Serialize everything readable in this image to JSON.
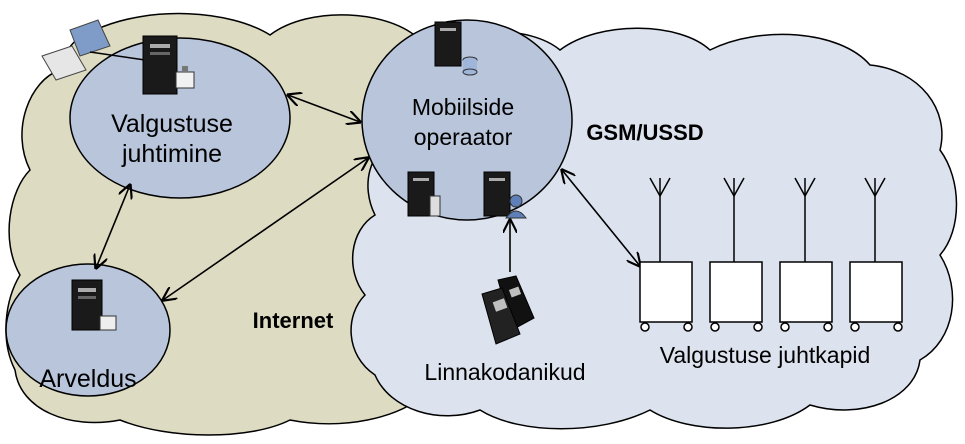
{
  "nodes": {
    "lighting_control": {
      "line1": "Valgustuse",
      "line2": "juhtimine"
    },
    "billing": {
      "label": "Arveldus"
    },
    "mobile_operator": {
      "line1": "Mobiilside",
      "line2": "operaator"
    },
    "citizens": {
      "label": "Linnakodanikud"
    },
    "control_cabinets": {
      "label": "Valgustuse juhtkapid"
    }
  },
  "networks": {
    "internet": "Internet",
    "gsm": "GSM/USSD"
  },
  "colors": {
    "internet_cloud": "#DDDBC1",
    "gsm_cloud": "#DCE3EE",
    "node_fill": "#B8C5DB",
    "stroke": "#000000"
  }
}
